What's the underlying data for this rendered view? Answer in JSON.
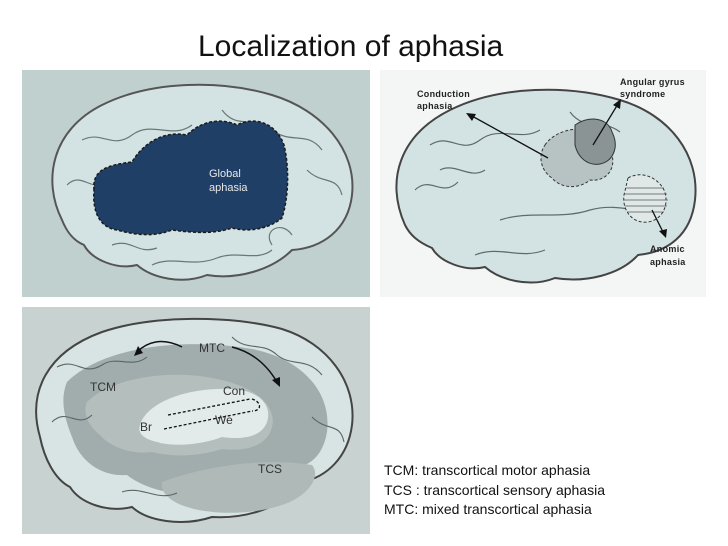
{
  "title": "Localization of aphasia",
  "panel_global": {
    "label_line1": "Global",
    "label_line2": "aphasia"
  },
  "panel_regions": {
    "conduction_line1": "Conduction",
    "conduction_line2": "aphasia",
    "angular_line1": "Angular gyrus",
    "angular_line2": "syndrome",
    "anomic_line1": "Anomic",
    "anomic_line2": "aphasia"
  },
  "panel_transcortical": {
    "mtc": "MTC",
    "tcm": "TCM",
    "con": "Con",
    "br": "Br",
    "we": "We",
    "tcs": "TCS"
  },
  "legend": [
    "TCM: transcortical motor aphasia",
    "TCS : transcortical sensory aphasia",
    "MTC: mixed transcortical aphasia"
  ],
  "colors": {
    "panel_bg": "#bfcfce",
    "brain": "#d3e3e3",
    "global_fill": "#1f3f66",
    "dark_region": "#8a9494",
    "medium_region": "#b5c0c0"
  }
}
